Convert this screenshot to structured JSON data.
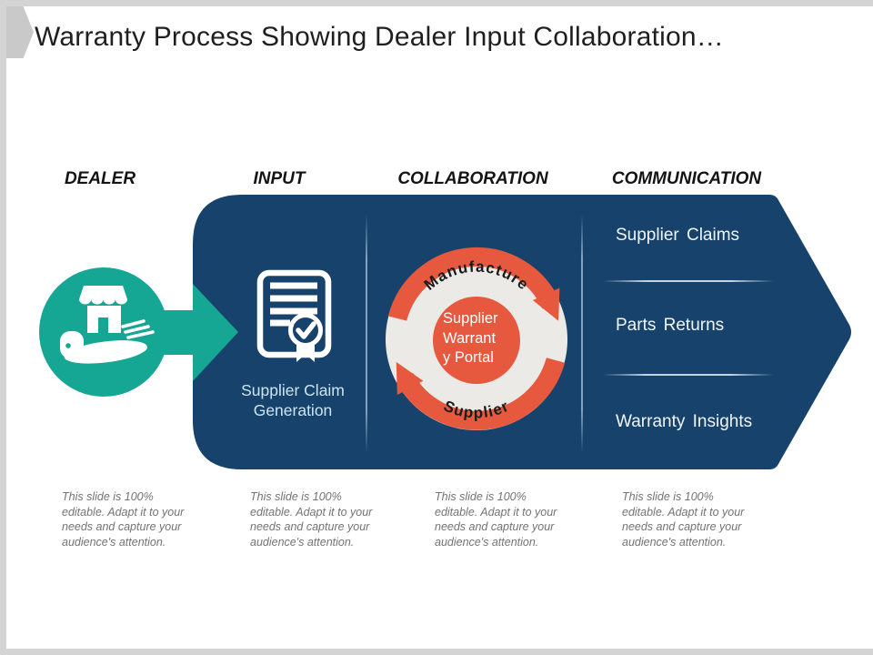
{
  "title": "Warranty Process Showing Dealer Input Collaboration…",
  "columns": [
    {
      "header": "DEALER"
    },
    {
      "header": "INPUT"
    },
    {
      "header": "COLLABORATION"
    },
    {
      "header": "COMMUNICATION"
    }
  ],
  "dealer": {
    "icon": "hand-holding-store-icon"
  },
  "input": {
    "icon": "certificate-check-icon",
    "label_lines": [
      "Supplier Claim",
      "Generation"
    ]
  },
  "collaboration": {
    "cycle_top_label": "Manufacture",
    "cycle_bottom_label": "Supplier",
    "center_lines": [
      "Supplier",
      "Warrant",
      "y Portal"
    ]
  },
  "communication": {
    "items": [
      "Supplier Claims",
      "Parts Returns",
      "Warranty Insights"
    ]
  },
  "editable_note": "This slide is 100% editable. Adapt it to your needs and capture your audience's attention.",
  "colors": {
    "navy": "#17426B",
    "teal": "#16A694",
    "orange": "#E7593F",
    "light_circle": "#ECEAE6",
    "frame_gray": "#D4D4D4"
  }
}
